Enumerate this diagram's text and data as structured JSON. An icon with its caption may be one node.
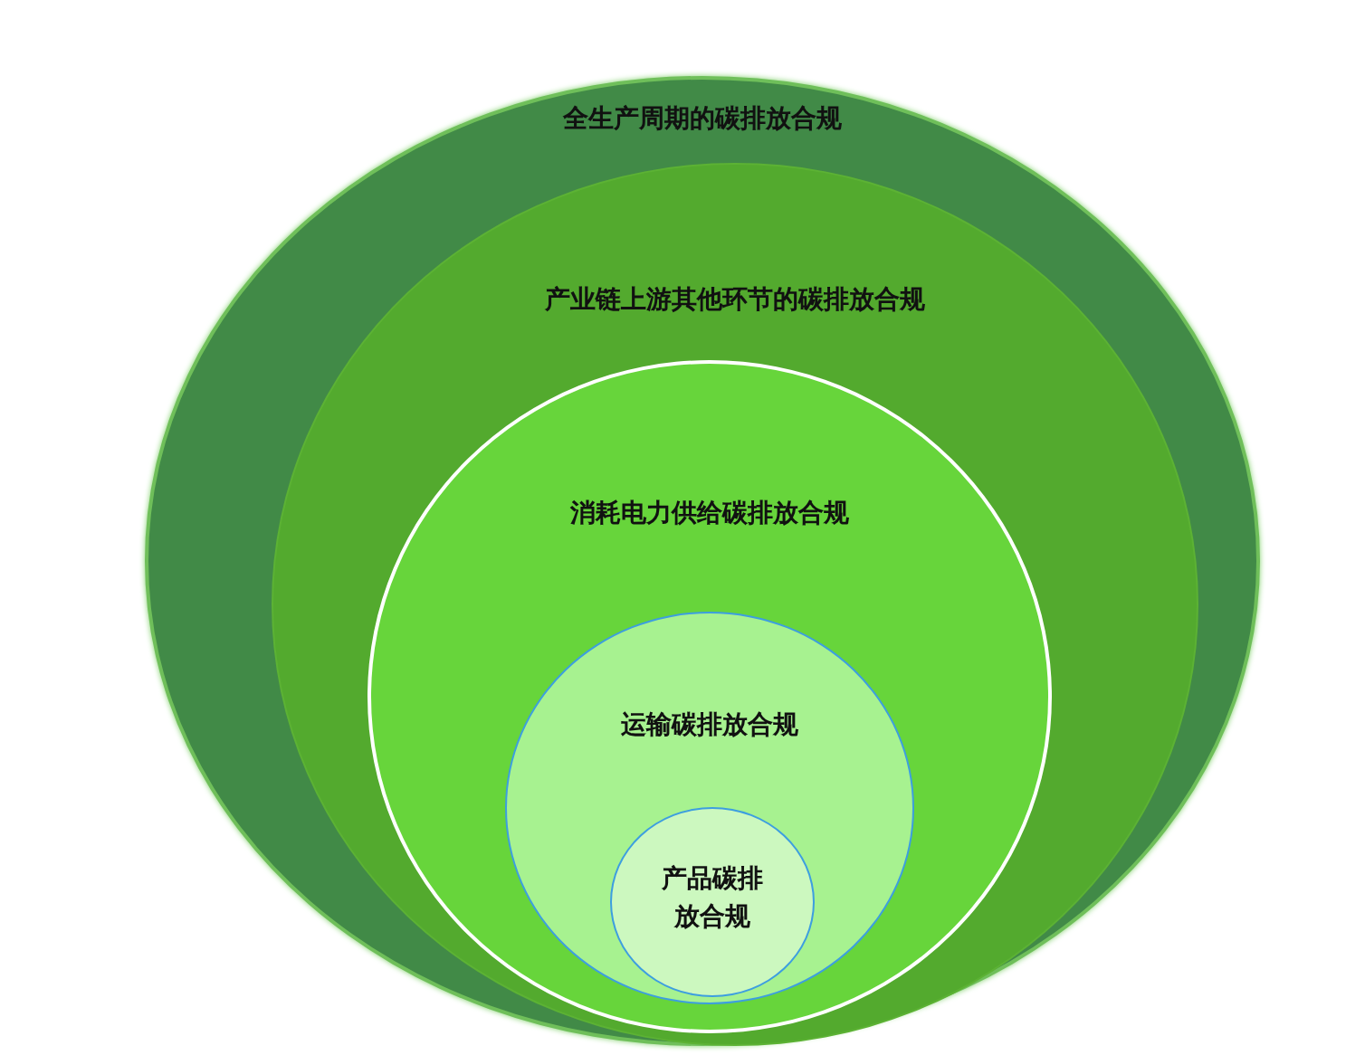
{
  "diagram": {
    "nodes": [
      {
        "text": [
          "全生产周期的碳排放合规"
        ]
      },
      {
        "text": [
          "产业链上游其他环节的碳排放合规"
        ],
        "in": 0
      },
      {
        "text": [
          "消耗电力供给碳排放合规"
        ],
        "in": 1
      },
      {
        "text": [
          "运输碳排放合规"
        ],
        "in": 2
      },
      {
        "text": [
          "产品碳排放合规"
        ],
        "in": 3
      }
    ]
  }
}
